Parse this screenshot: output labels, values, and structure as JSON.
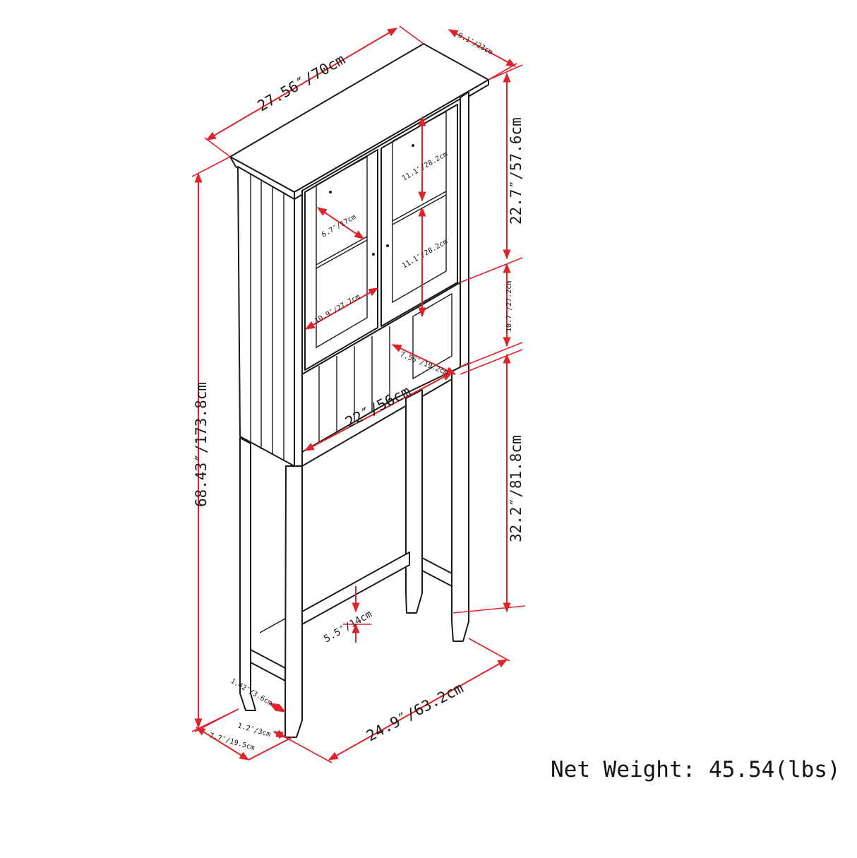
{
  "product": {
    "net_weight_label": "Net Weight: 45.54(lbs)"
  },
  "dimensions": {
    "top_width": "27.56″/70cm",
    "top_depth": "9.1″/23cm",
    "total_height": "68.43″/173.8cm",
    "cabinet_height": "22.7″/57.6cm",
    "shelf_gap_upper": "11.1″/28.2cm",
    "shelf_gap_lower": "11.1″/28.2cm",
    "door_pane_width": "6.7″/17cm",
    "door_width": "10.9″/27.7cm",
    "open_shelf_height": "10.7″/27.2cm",
    "open_shelf_depth": "7.56″/19.2cm",
    "inner_width": "22″/56cm",
    "leg_clearance_height": "32.2″/81.8cm",
    "stretcher_height": "5.5″/14cm",
    "base_width": "24.9″/63.2cm",
    "leg_width": "1.42″/3.6cm",
    "leg_thickness": "1.2″/3cm",
    "base_depth": "7.7″/19.5cm"
  },
  "colors": {
    "dimension_line": "#e0222a",
    "outline": "#1a1a1a",
    "background": "#ffffff"
  }
}
